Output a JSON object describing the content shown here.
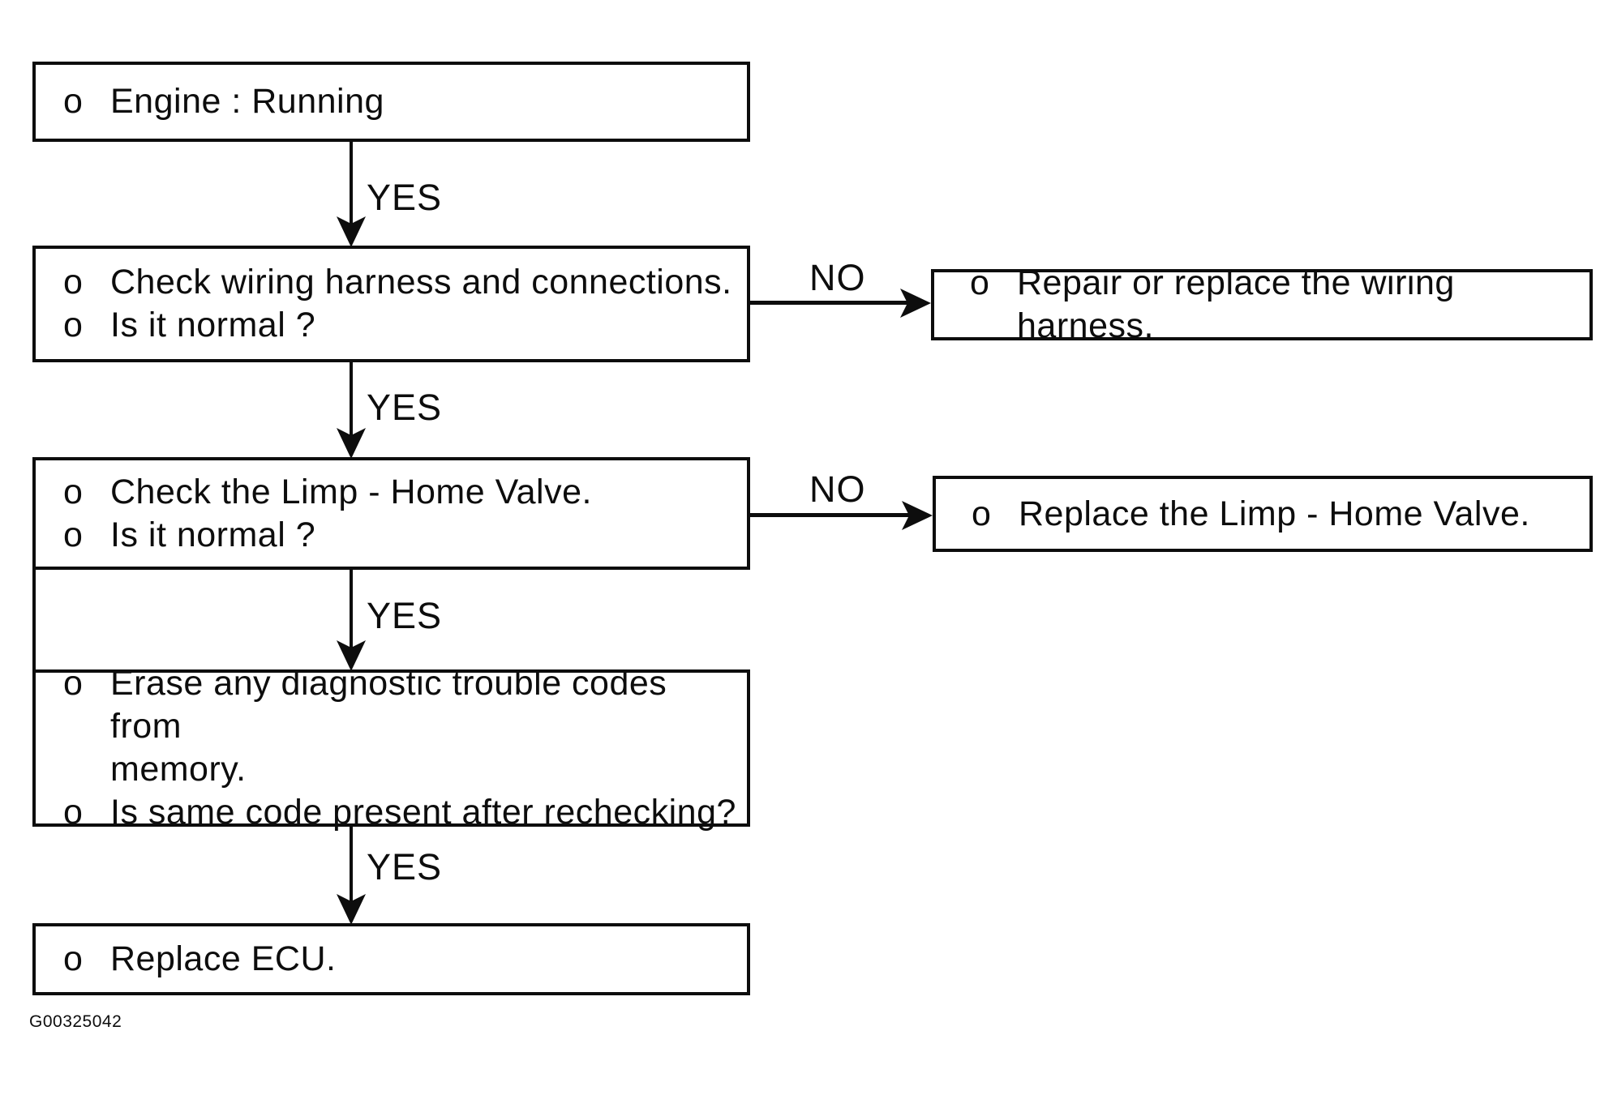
{
  "figure": {
    "id_label": "G00325042"
  },
  "bullet_char": "o",
  "labels": {
    "yes": "YES",
    "no": "NO"
  },
  "nodes": {
    "engine_running": {
      "lines": [
        "Engine : Running"
      ]
    },
    "check_wiring": {
      "lines": [
        "Check wiring harness and connections.",
        "Is it normal ?"
      ]
    },
    "repair_wiring": {
      "lines": [
        "Repair or replace the wiring harness."
      ]
    },
    "check_limp_home_valve": {
      "lines": [
        "Check the Limp - Home Valve.",
        "Is it normal ?"
      ]
    },
    "replace_limp_home_valve": {
      "lines": [
        "Replace the Limp - Home Valve."
      ]
    },
    "erase_codes": {
      "lines": [
        "Erase any diagnostic trouble codes from",
        "memory.",
        "Is same code present after rechecking?"
      ]
    },
    "replace_ecu": {
      "lines": [
        "Replace ECU."
      ]
    }
  }
}
